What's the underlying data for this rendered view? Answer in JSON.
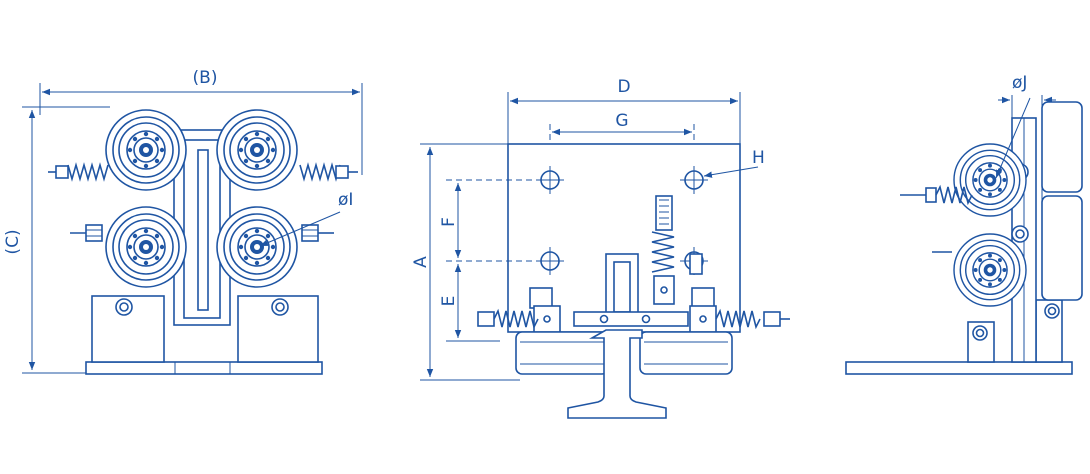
{
  "colors": {
    "line": "#1f55a3",
    "background": "#ffffff"
  },
  "labels": {
    "B": "(B)",
    "C": "(C)",
    "I": "øI",
    "D": "D",
    "G": "G",
    "H": "H",
    "A": "A",
    "F": "F",
    "E": "E",
    "J": "øJ"
  }
}
